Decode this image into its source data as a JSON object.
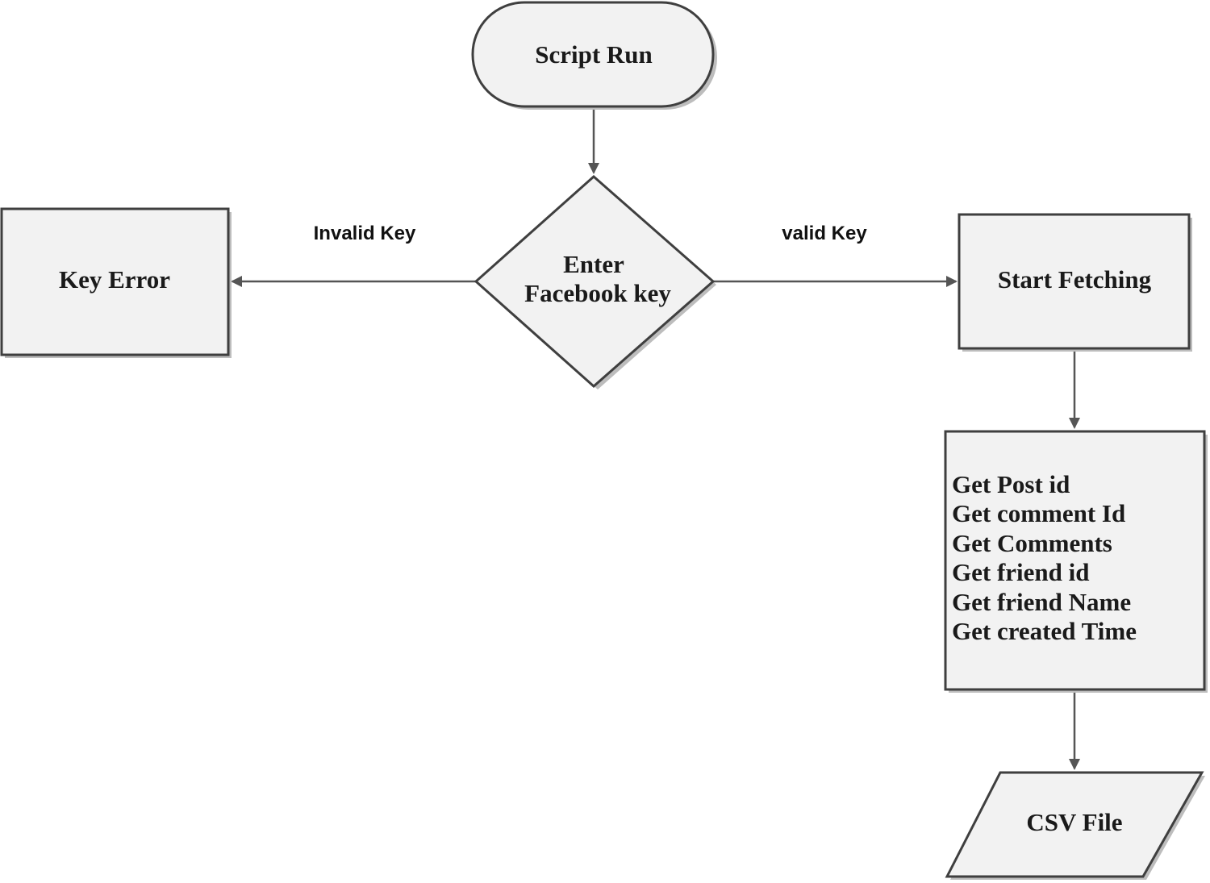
{
  "diagram": {
    "nodes": {
      "start": {
        "label": "Script Run"
      },
      "decision": {
        "label_line1": "Enter",
        "label_line2": "Facebook key"
      },
      "error": {
        "label": "Key Error"
      },
      "fetch": {
        "label": "Start Fetching"
      },
      "details": {
        "items": [
          "Get Post id",
          "Get comment Id",
          "Get Comments",
          "Get friend id",
          "Get friend Name",
          "Get created Time"
        ]
      },
      "output": {
        "label": "CSV File"
      }
    },
    "edges": {
      "invalid": {
        "label": "Invalid Key"
      },
      "valid": {
        "label": "valid Key"
      }
    }
  }
}
